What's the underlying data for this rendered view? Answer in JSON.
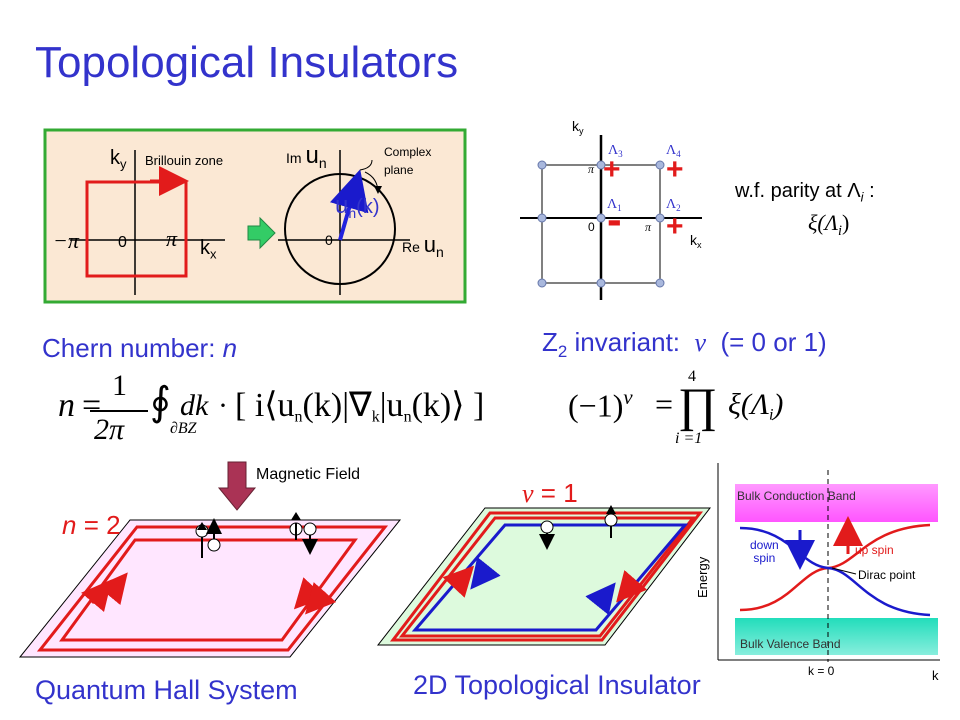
{
  "title": "Topological Insulators",
  "bz_panel": {
    "ky": "k",
    "ky_sub": "y",
    "brillouin": "Brillouin zone",
    "minus_pi": "−π",
    "zero": "0",
    "pi": "π",
    "kx": "k",
    "kx_sub": "x",
    "im": "Im",
    "un": "u",
    "un_sub": "n",
    "complex": "Complex",
    "plane": "plane",
    "unk": "u",
    "unk_sub": "n",
    "unk_arg": "(k)",
    "zero2": "0",
    "re": "Re",
    "re_u": "u",
    "re_u_sub": "n"
  },
  "lattice": {
    "ky": "k",
    "ky_sub": "y",
    "kx": "k",
    "kx_sub": "x",
    "zero": "0",
    "pi1": "π",
    "pi2": "π",
    "l1": "Λ",
    "l1_sub": "1",
    "l2": "Λ",
    "l2_sub": "2",
    "l3": "Λ",
    "l3_sub": "3",
    "l4": "Λ",
    "l4_sub": "4",
    "plus": "+",
    "minus": "-"
  },
  "wf": {
    "line1": "w.f. parity at Λ",
    "line1_sub": "i",
    "line1_tail": " :",
    "line2": "ξ(Λ",
    "line2_sub": "i",
    "line2_tail": ")"
  },
  "chern": {
    "label": "Chern number:",
    "var": "n"
  },
  "z2": {
    "label": "Z",
    "label_sub": "2",
    "label_tail": " invariant:",
    "nu": "ν",
    "values": "(= 0 or 1)"
  },
  "chern_formula": {
    "n": "n",
    "eq": "=",
    "one": "1",
    "two_pi": "2π",
    "integral": "∮",
    "domain": "∂BZ",
    "dk": "dk",
    "dot": "·",
    "bracket": "[ i⟨u",
    "b_sub": "n",
    "mid": "(k)|∇",
    "mid_sub": "k",
    "mid2": "|u",
    "mid2_sub": "n",
    "end": "(k)⟩ ]"
  },
  "z2_formula": {
    "lhs": "(−1)",
    "lhs_sup": "ν",
    "eq": "=",
    "prod": "∏",
    "upper": "4",
    "lower": "i =1",
    "xi": "ξ(Λ",
    "xi_sub": "i",
    "xi_end": ")"
  },
  "qh": {
    "magnetic_field": "Magnetic Field",
    "n_label": "n",
    "n_value": "= 2",
    "caption": "Quantum Hall System"
  },
  "ti": {
    "nu_label": "ν",
    "nu_value": "= 1",
    "caption": "2D Topological Insulator"
  },
  "band": {
    "conduction": "Bulk Conduction Band",
    "valence": "Bulk Valence Band",
    "energy": "Energy",
    "down": "down",
    "spin": "spin",
    "up_spin": "up spin",
    "dirac": "Dirac point",
    "k0": "k = 0",
    "k": "k"
  }
}
